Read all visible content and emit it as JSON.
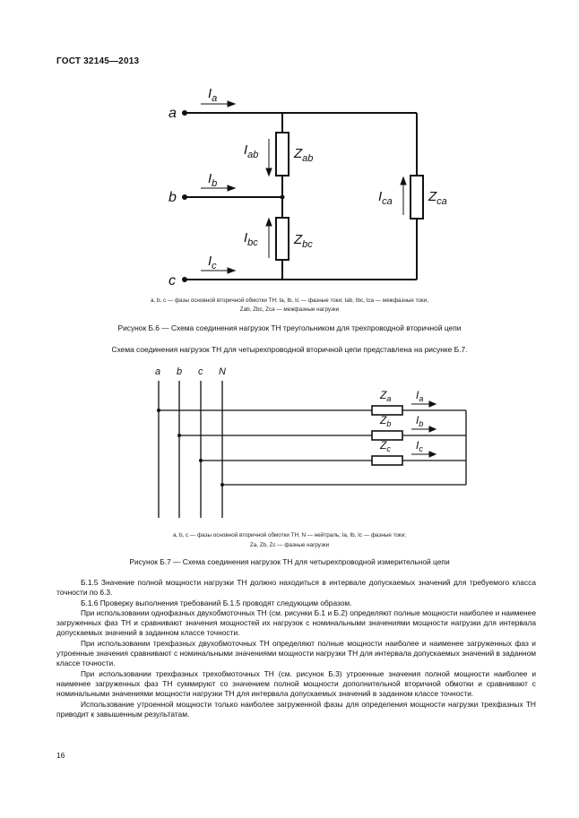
{
  "header": {
    "doc_code": "ГОСТ 32145—2013"
  },
  "figure6": {
    "labels": {
      "a": "a",
      "b": "b",
      "c": "c",
      "Ia": "I",
      "Ia_sub": "a",
      "Ib": "I",
      "Ib_sub": "b",
      "Ic": "I",
      "Ic_sub": "c",
      "Iab": "I",
      "Iab_sub": "ab",
      "Ibc": "I",
      "Ibc_sub": "bc",
      "Ica": "I",
      "Ica_sub": "ca",
      "Zab": "Z",
      "Zab_sub": "ab",
      "Zbc": "Z",
      "Zbc_sub": "bc",
      "Zca": "Z",
      "Zca_sub": "ca"
    },
    "legend_line1": "a, b, c — фазы основной вторичной обмотки ТН; Ia, Ib, Ic — фазные токи; Iab, Ibc, Ica — межфазные токи,",
    "legend_line2": "Zab, Zbc, Zca — межфазные нагрузки",
    "caption": "Рисунок Б.6 — Схема соединения нагрузок ТН треугольником для трехпроводной вторичной цепи"
  },
  "intro_text": "Схема соединения нагрузок ТН для четырехпроводной вторичной цепи представлена на рисунке Б.7.",
  "figure7": {
    "labels": {
      "a": "a",
      "b": "b",
      "c": "c",
      "N": "N",
      "Za": "Z",
      "Za_sub": "a",
      "Zb": "Z",
      "Zb_sub": "b",
      "Zc": "Z",
      "Zc_sub": "c",
      "Ia": "I",
      "Ia_sub": "a",
      "Ib": "I",
      "Ib_sub": "b",
      "Ic": "I",
      "Ic_sub": "c"
    },
    "legend_line1": "a, b, c — фазы основной вторичной обмотки ТН. N — нейтраль; Ia, Ib, Ic — фазные токи;",
    "legend_line2": "Za, Zb, Zc — фазные нагрузки",
    "caption": "Рисунок Б.7 — Схема соединения нагрузок ТН для четырехпроводной   измерительной цепи"
  },
  "paragraphs": [
    "Б.1.5  Значение полной мощности нагрузки ТН должно находиться в интервале допускаемых значений для требуемого класса точности по 6.3.",
    "Б.1.6  Проверку выполнения требований Б.1.5 проводят следующим образом.",
    "При использовании однофазных двухобмоточных ТН (см. рисунки Б.1 и Б.2) определяют полные мощности наиболее и наименее загруженных фаз ТН и сравнивают значения мощностей их нагрузок с номинальными значениями мощности нагрузки для интервала допускаемых значений в заданном классе точности.",
    "При использовании трехфазных двухобмоточных ТН определяют полные мощности наиболее и наименее загруженных фаз и утроенные значения сравнивают с номинальными значениями мощности нагрузки ТН для интервала допускаемых значений в заданном классе точности.",
    "При использовании трехфазных трехобмоточных ТН (см. рисунок Б.3) утроенные значения полной мощности наиболее и наименее загруженных фаз ТН суммируют со значением полной мощности дополнительной вторичной обмотки и сравнивают с номинальными значениями мощности нагрузки ТН для интервала допускаемых значений в заданном классе точности.",
    "Использование утроенной мощности только наиболее загруженной фазы для определения мощности нагрузки трехфазных ТН приводит к завышенным результатам."
  ],
  "page_number": "16"
}
